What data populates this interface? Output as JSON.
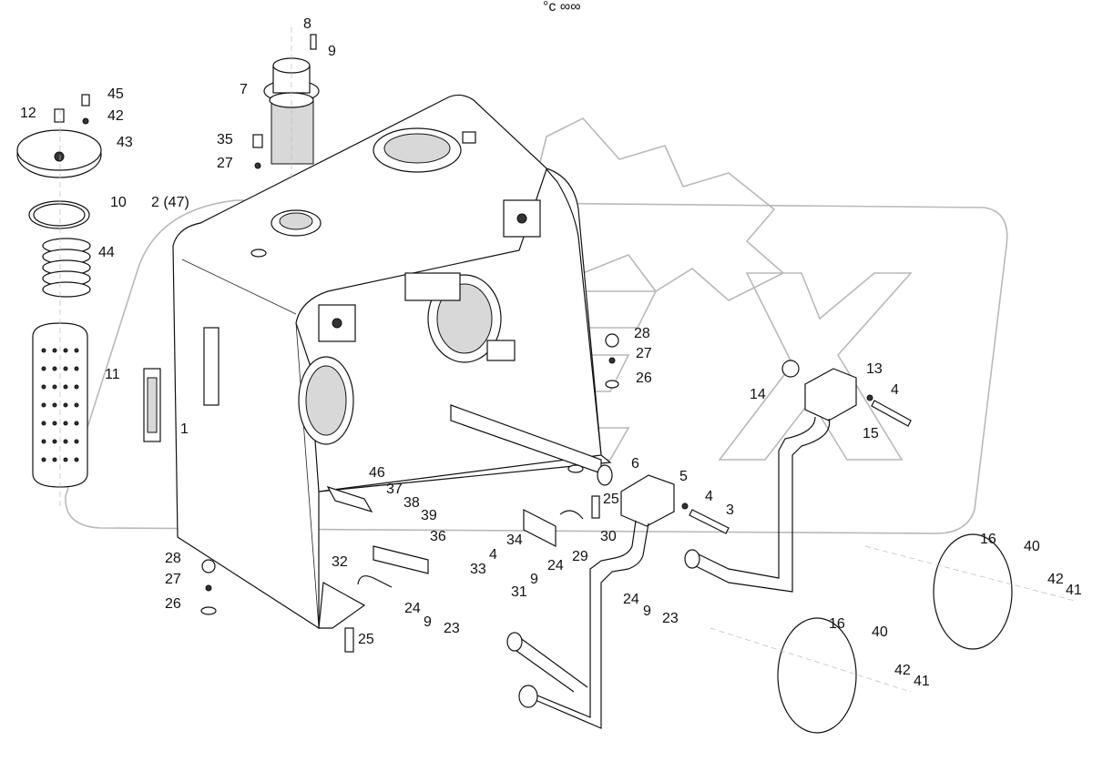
{
  "header_mark": "°c ∞∞",
  "watermark": "OREX",
  "callouts": {
    "c8": "8",
    "c9a": "9",
    "c7": "7",
    "c45": "45",
    "c12": "12",
    "c42a": "42",
    "c43": "43",
    "c35": "35",
    "c27a": "27",
    "c10": "10",
    "c2": "2 (47)",
    "c44": "44",
    "c11": "11",
    "c1": "1",
    "c28a": "28",
    "c27b": "27",
    "c26a": "26",
    "c13": "13",
    "c14": "14",
    "c4a": "4",
    "c15": "15",
    "c6": "6",
    "c5": "5",
    "c4b": "4",
    "c3": "3",
    "c25a": "25",
    "c46": "46",
    "c37": "37",
    "c38": "38",
    "c39": "39",
    "c36": "36",
    "c30": "30",
    "c34": "34",
    "c4c": "4",
    "c33": "33",
    "c29": "29",
    "c24a": "24",
    "c9b": "9",
    "c31": "31",
    "c28b": "28",
    "c27c": "27",
    "c26b": "26",
    "c32": "32",
    "c24b": "24",
    "c9c": "9",
    "c23a": "23",
    "c24c": "24",
    "c9d": "9",
    "c23b": "23",
    "c25b": "25",
    "c16a": "16",
    "c40a": "40",
    "c42b": "42",
    "c41a": "41",
    "c16b": "16",
    "c40b": "40",
    "c42c": "42",
    "c41b": "41"
  }
}
